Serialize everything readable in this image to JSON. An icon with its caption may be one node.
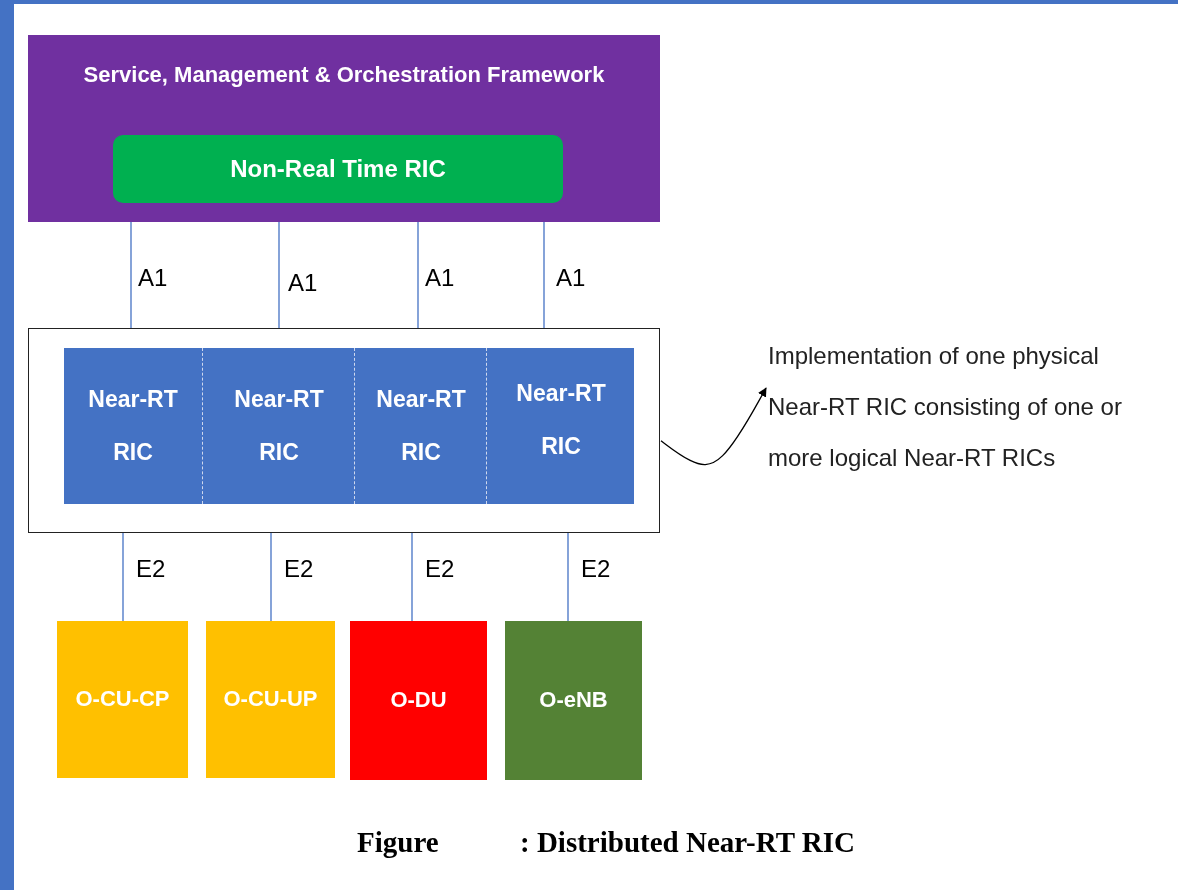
{
  "diagram": {
    "nodes": [
      {
        "text": [
          "Service, Management & Orchestration Framework"
        ]
      },
      {
        "text": [
          "Non-Real Time RIC"
        ],
        "in": 0
      },
      {
        "text": [],
        "shape": "box"
      },
      {
        "text": [
          "Near-RT RIC"
        ],
        "in": 2
      },
      {
        "text": [
          "Near-RT RIC"
        ],
        "in": 2
      },
      {
        "text": [
          "Near-RT RIC"
        ],
        "in": 2
      },
      {
        "text": [
          "Near-RT RIC"
        ],
        "in": 2
      },
      {
        "text": [
          "O-CU-CP"
        ]
      },
      {
        "text": [
          "O-CU-UP"
        ]
      },
      {
        "text": [
          "O-DU"
        ]
      },
      {
        "text": [
          "O-eNB"
        ]
      },
      {
        "text": [
          "Implementation of one physical Near-RT RIC consisting of one or more logical Near-RT RICs"
        ]
      }
    ],
    "edges": [
      {
        "from": 1,
        "to": 2,
        "arrow": "none",
        "label": "A1"
      },
      {
        "from": 1,
        "to": 2,
        "arrow": "none",
        "label": "A1"
      },
      {
        "from": 1,
        "to": 2,
        "arrow": "none",
        "label": "A1"
      },
      {
        "from": 1,
        "to": 2,
        "arrow": "none",
        "label": "A1"
      },
      {
        "from": 2,
        "to": 7,
        "arrow": "none",
        "label": "E2"
      },
      {
        "from": 2,
        "to": 8,
        "arrow": "none",
        "label": "E2"
      },
      {
        "from": 2,
        "to": 9,
        "arrow": "none",
        "label": "E2"
      },
      {
        "from": 2,
        "to": 10,
        "arrow": "none",
        "label": "E2"
      },
      {
        "from": 2,
        "to": 11,
        "arrow": "to",
        "color": "#000000"
      }
    ],
    "labels": [
      "Figure",
      ": Distributed Near-RT RIC"
    ]
  }
}
